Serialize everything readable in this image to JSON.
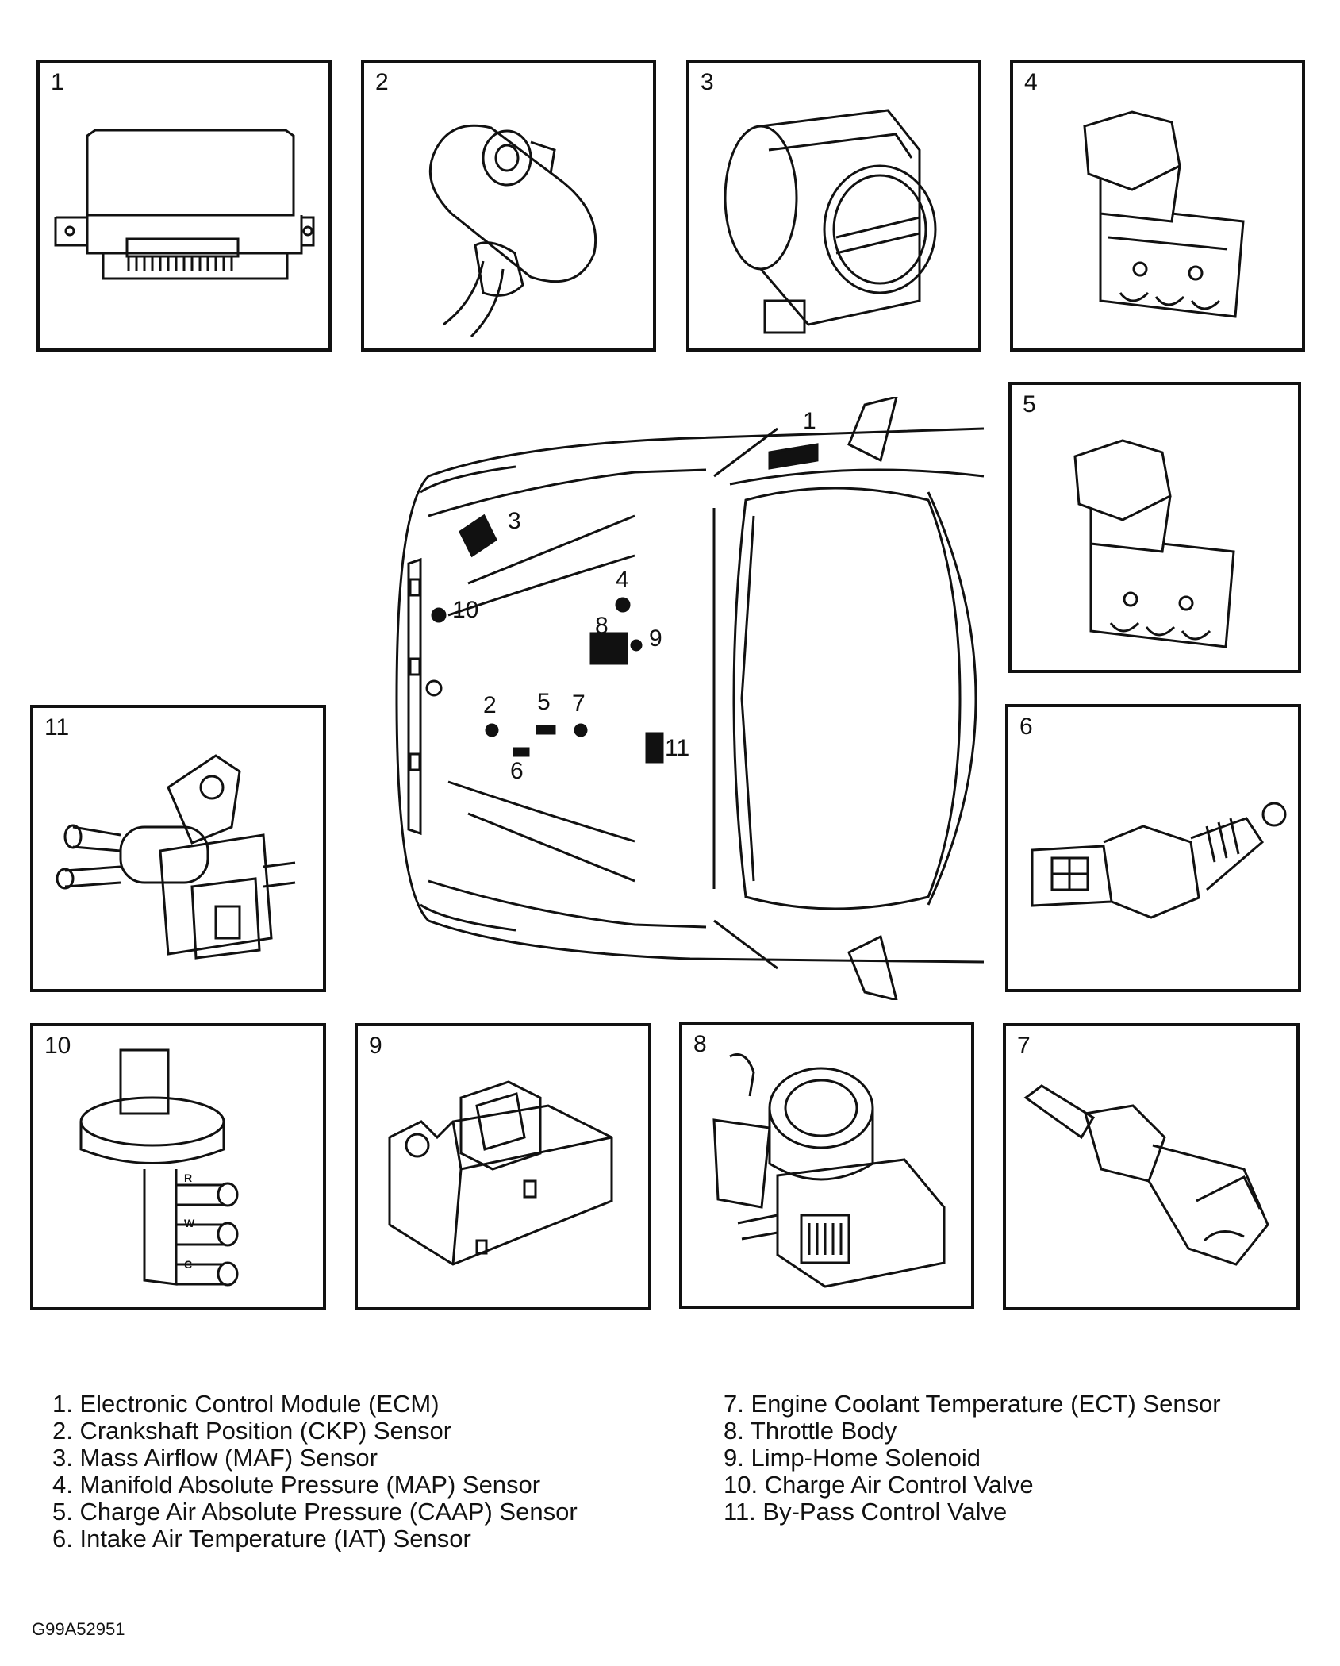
{
  "panels": {
    "p1": "1",
    "p2": "2",
    "p3": "3",
    "p4": "4",
    "p5": "5",
    "p6": "6",
    "p7": "7",
    "p8": "8",
    "p9": "9",
    "p10": "10",
    "p11": "11"
  },
  "callouts": {
    "c1": "1",
    "c2": "2",
    "c3": "3",
    "c4": "4",
    "c5": "5",
    "c6": "6",
    "c7": "7",
    "c8": "8",
    "c9": "9",
    "c10": "10",
    "c11": "11"
  },
  "valve_ports": {
    "r": "R",
    "w": "W",
    "c": "C"
  },
  "legend_left": [
    "1. Electronic Control Module (ECM)",
    "2. Crankshaft Position (CKP) Sensor",
    "3. Mass Airflow (MAF) Sensor",
    "4. Manifold Absolute Pressure (MAP) Sensor",
    "5. Charge Air Absolute Pressure (CAAP) Sensor",
    "6. Intake Air Temperature (IAT) Sensor"
  ],
  "legend_right": [
    "7. Engine Coolant Temperature (ECT) Sensor",
    "8. Throttle Body",
    "9. Limp-Home Solenoid",
    "10. Charge Air Control Valve",
    "11. By-Pass Control Valve"
  ],
  "figure_id": "G99A52951"
}
